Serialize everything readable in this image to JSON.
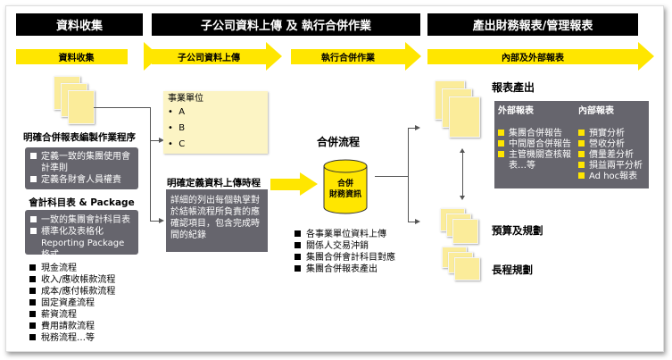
{
  "headers": [
    "資料收集",
    "子公司資料上傳 及 執行合併作業",
    "產出財務報表/管理報表"
  ],
  "arrows": [
    "資料收集",
    "子公司資料上傳",
    "執行合併作業",
    "內部及外部報表"
  ],
  "col1": {
    "title1": "明確合併報表編製作業程序",
    "box1": [
      "定義一致的集團使用會計準則",
      "定義各財會人員權責"
    ],
    "title2": "會計科目表 & Package",
    "box2": [
      "一致的集團會計科目表",
      "標準化及表格化 Reporting Package格式"
    ],
    "processes": [
      "現金流程",
      "收入/應收帳款流程",
      "成本/應付帳款流程",
      "固定資產流程",
      "薪資流程",
      "費用請款流程",
      "稅務流程…等"
    ]
  },
  "col2": {
    "units_title": "事業單位",
    "units": [
      "A",
      "B",
      "C"
    ],
    "timeline_title": "明確定義資料上傳時程",
    "timeline_text": "詳細的列出每個執掌對於結帳流程所負責的應確認項目，包含完成時間的紀錄",
    "merge_title": "合併流程",
    "db_label": [
      "合併",
      "財務資訊"
    ],
    "merge_steps": [
      "各事業單位資料上傳",
      "關係人交易沖銷",
      "集團合併會計科目對應",
      "集團合併報表產出"
    ]
  },
  "col3": {
    "report_title": "報表產出",
    "external_title": "外部報表",
    "external": [
      "集團合併報告",
      "中間層合併報告",
      "主管機關查核報表…等"
    ],
    "internal_title": "內部報表",
    "internal": [
      "預實分析",
      "營收分析",
      "價量差分析",
      "損益兩平分析",
      "Ad hoc報表"
    ],
    "budget": "預算及規劃",
    "longterm": "長程規劃"
  },
  "colors": {
    "accent": "#ffe600",
    "gray_box": "#66656d",
    "paper": "#fbec9a"
  }
}
